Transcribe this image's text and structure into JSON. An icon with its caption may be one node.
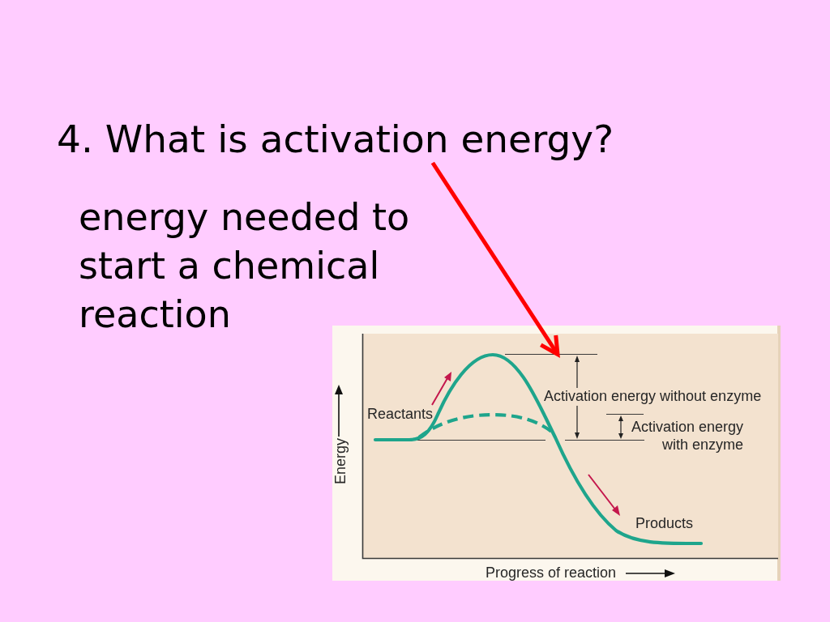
{
  "diagram": {
    "nodes": [
      {
        "text": [
          "4. What is activation energy?"
        ]
      },
      {
        "text": [],
        "shape": "line"
      }
    ],
    "edges": [
      {
        "from": 0,
        "to": 1,
        "arrow": "to",
        "color": "#ff0000"
      }
    ],
    "labels": [
      "energy needed to start a chemical reaction",
      "Activation energy without enzyme",
      "Reactants",
      "Activation energy with enzyme",
      "Energy",
      "Products",
      "Progress of reaction"
    ]
  }
}
